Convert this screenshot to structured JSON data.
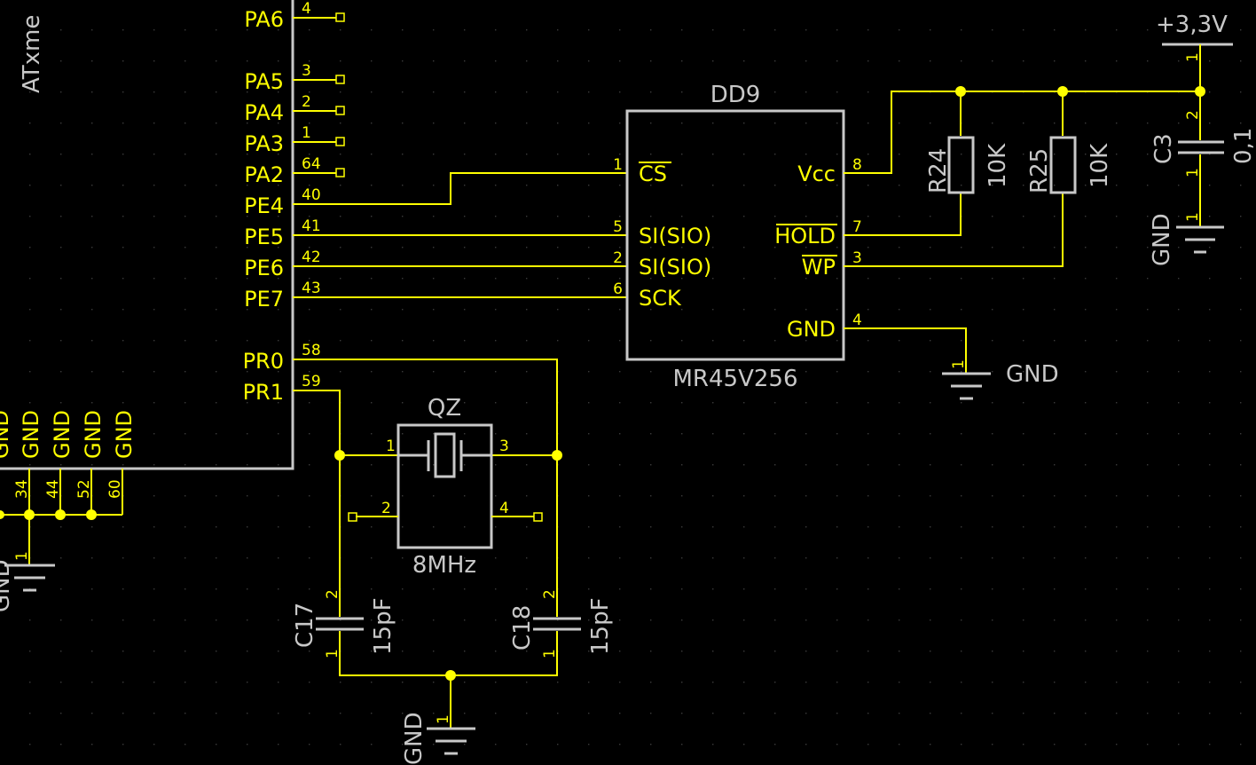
{
  "mcu": {
    "name_fragment": "ATxme",
    "pins": [
      {
        "label": "PA6",
        "num": "4"
      },
      {
        "label": "PA5",
        "num": "3"
      },
      {
        "label": "PA4",
        "num": "2"
      },
      {
        "label": "PA3",
        "num": "1"
      },
      {
        "label": "PA2",
        "num": "64"
      },
      {
        "label": "PE4",
        "num": "40"
      },
      {
        "label": "PE5",
        "num": "41"
      },
      {
        "label": "PE6",
        "num": "42"
      },
      {
        "label": "PE7",
        "num": "43"
      },
      {
        "label": "PR0",
        "num": "58"
      },
      {
        "label": "PR1",
        "num": "59"
      }
    ],
    "gnd_pins": [
      {
        "label": "GND",
        "num": "34"
      },
      {
        "label": "GND",
        "num": "44"
      },
      {
        "label": "GND",
        "num": "52"
      },
      {
        "label": "GND",
        "num": "60"
      }
    ],
    "gnd_partial_label": "GND",
    "gnd_symbol_pin": "1",
    "gnd_symbol_label": "GND"
  },
  "dd9": {
    "name": "DD9",
    "value": "MR45V256",
    "pins": {
      "cs": {
        "label": "CS",
        "num": "1"
      },
      "si1": {
        "label": "SI(SIO)",
        "num": "5"
      },
      "si2": {
        "label": "SI(SIO)",
        "num": "2"
      },
      "sck": {
        "label": "SCK",
        "num": "6"
      },
      "vcc": {
        "label": "Vcc",
        "num": "8"
      },
      "hold": {
        "label": "HOLD",
        "num": "7"
      },
      "wp": {
        "label": "WP",
        "num": "3"
      },
      "gnd": {
        "label": "GND",
        "num": "4"
      }
    },
    "gnd_symbol_pin": "1",
    "gnd_symbol_label": "GND"
  },
  "r24": {
    "name": "R24",
    "value": "10K"
  },
  "r25": {
    "name": "R25",
    "value": "10K"
  },
  "c3": {
    "name": "C3",
    "value": "0,1",
    "pin_top": "2",
    "pin_bottom": "1",
    "gnd_pin": "1",
    "gnd_label": "GND"
  },
  "power": {
    "label": "+3,3V",
    "pin": "1"
  },
  "qz": {
    "name": "QZ",
    "value": "8MHz",
    "pins": [
      "1",
      "2",
      "3",
      "4"
    ]
  },
  "c17": {
    "name": "C17",
    "value": "15pF",
    "pin_top": "2",
    "pin_bottom": "1"
  },
  "c18": {
    "name": "C18",
    "value": "15pF",
    "pin_top": "2",
    "pin_bottom": "1"
  },
  "xtal_gnd": {
    "pin": "1",
    "label": "GND"
  },
  "colors": {
    "wire": "#ffff00",
    "body": "#c8c8c8",
    "background": "#000000",
    "grid": "#3a3a3a"
  }
}
